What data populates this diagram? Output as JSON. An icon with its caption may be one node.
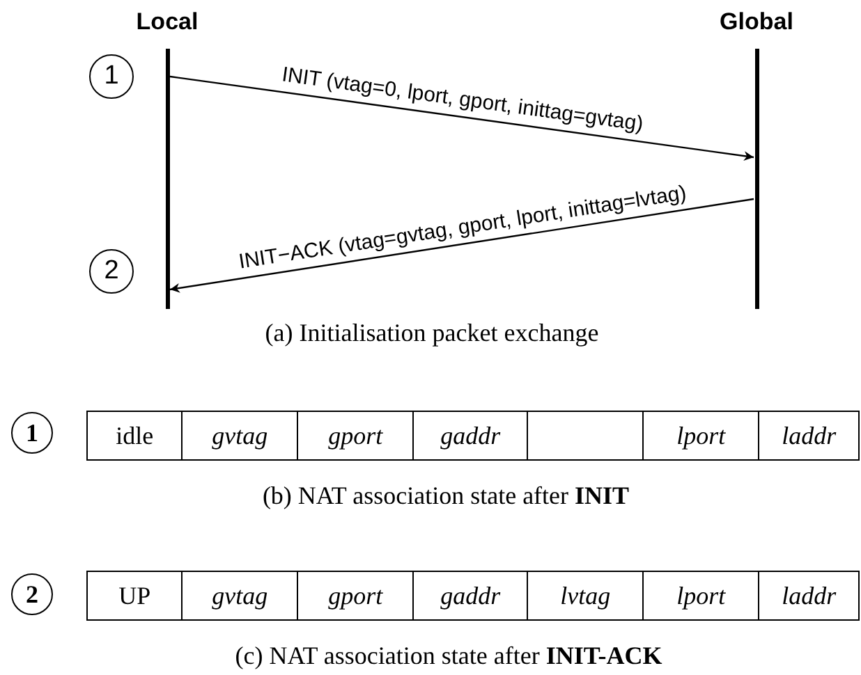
{
  "diagram": {
    "nodes": [
      {
        "text": [
          "Local"
        ]
      },
      {
        "text": [
          "Global"
        ]
      }
    ],
    "edges": [
      {
        "from": 0,
        "to": 1,
        "arrow": "to",
        "label": "INIT (vtag=0, lport, gport, inittag=gvtag)"
      },
      {
        "from": 1,
        "to": 0,
        "arrow": "to",
        "label": "INIT−ACK (vtag=gvtag, gport, lport, inittag=lvtag)"
      }
    ],
    "labels": [
      "1",
      "2",
      "(a) Initialisation packet exchange",
      "1",
      "idle",
      "gvtag",
      "gport",
      "gaddr",
      "lport",
      "laddr",
      "(b) NAT association state after **INIT**",
      "2",
      "UP",
      "gvtag",
      "gport",
      "gaddr",
      "lvtag",
      "lport",
      "laddr",
      "(c) NAT association state after **INIT-ACK**"
    ]
  }
}
